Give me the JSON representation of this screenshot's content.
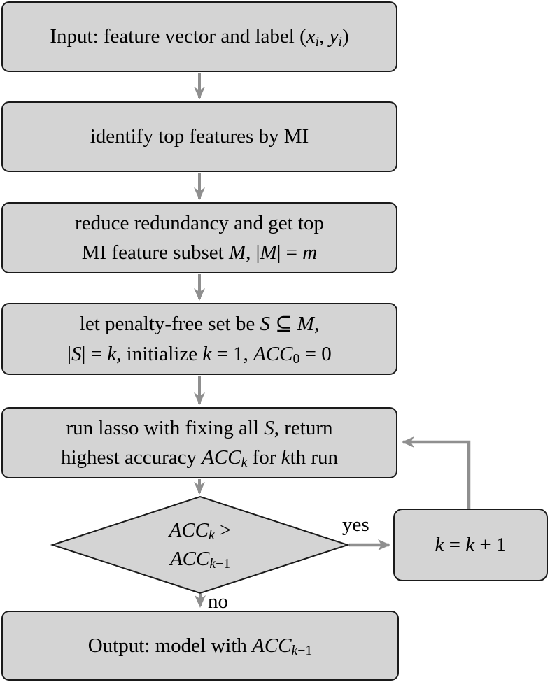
{
  "diagram": {
    "type": "flowchart",
    "colors": {
      "node_fill": "#d4d4d4",
      "node_border": "#1a1a1a",
      "arrow": "#8f8f8f",
      "text": "#000000",
      "background": "#ffffff"
    },
    "nodes": {
      "input": {
        "shape": "rounded-rect",
        "lines": [
          [
            [
              "Input: feature vector and label (",
              ""
            ],
            [
              "x",
              "i"
            ],
            [
              "i",
              "subi"
            ],
            [
              ", ",
              ""
            ],
            [
              "y",
              "i"
            ],
            [
              "i",
              "subi"
            ],
            [
              ")",
              ""
            ]
          ]
        ]
      },
      "identify": {
        "shape": "rounded-rect",
        "lines": [
          [
            [
              "identify top features by MI",
              ""
            ]
          ]
        ]
      },
      "reduce": {
        "shape": "rounded-rect",
        "lines": [
          [
            [
              "reduce redundancy and get top",
              ""
            ]
          ],
          [
            [
              "MI feature subset ",
              ""
            ],
            [
              "M",
              "i"
            ],
            [
              ", |",
              ""
            ],
            [
              "M",
              "i"
            ],
            [
              "| = ",
              ""
            ],
            [
              "m",
              "i"
            ]
          ]
        ]
      },
      "init": {
        "shape": "rounded-rect",
        "lines": [
          [
            [
              "let penalty-free set be ",
              ""
            ],
            [
              "S",
              "i"
            ],
            [
              " ⊆ ",
              ""
            ],
            [
              "M",
              "i"
            ],
            [
              ",",
              ""
            ]
          ],
          [
            [
              "|",
              ""
            ],
            [
              "S",
              "i"
            ],
            [
              "| = ",
              ""
            ],
            [
              "k",
              "i"
            ],
            [
              ", initialize ",
              ""
            ],
            [
              "k",
              "i"
            ],
            [
              " = 1, ",
              ""
            ],
            [
              "ACC",
              "i"
            ],
            [
              "0",
              "sub"
            ],
            [
              " = 0",
              ""
            ]
          ]
        ]
      },
      "lasso": {
        "shape": "rounded-rect",
        "lines": [
          [
            [
              "run lasso with fixing all ",
              ""
            ],
            [
              "S",
              "i"
            ],
            [
              ", return",
              ""
            ]
          ],
          [
            [
              "highest accuracy ",
              ""
            ],
            [
              "ACC",
              "i"
            ],
            [
              "k",
              "subi"
            ],
            [
              " for ",
              ""
            ],
            [
              "k",
              "i"
            ],
            [
              "th run",
              ""
            ]
          ]
        ]
      },
      "decision": {
        "shape": "diamond",
        "lines": [
          [
            [
              "ACC",
              "i"
            ],
            [
              "k",
              "subi"
            ],
            [
              " >",
              ""
            ]
          ],
          [
            [
              "ACC",
              "i"
            ],
            [
              "k",
              "subi"
            ],
            [
              "−1",
              "sub"
            ]
          ]
        ]
      },
      "increment": {
        "shape": "rounded-rect",
        "lines": [
          [
            [
              "k",
              "i"
            ],
            [
              " = ",
              ""
            ],
            [
              "k",
              "i"
            ],
            [
              " + 1",
              ""
            ]
          ]
        ]
      },
      "output": {
        "shape": "rounded-rect",
        "lines": [
          [
            [
              "Output: model with ",
              ""
            ],
            [
              "ACC",
              "i"
            ],
            [
              "k",
              "subi"
            ],
            [
              "−1",
              "sub"
            ]
          ]
        ]
      }
    },
    "edge_labels": {
      "yes": "yes",
      "no": "no"
    }
  }
}
